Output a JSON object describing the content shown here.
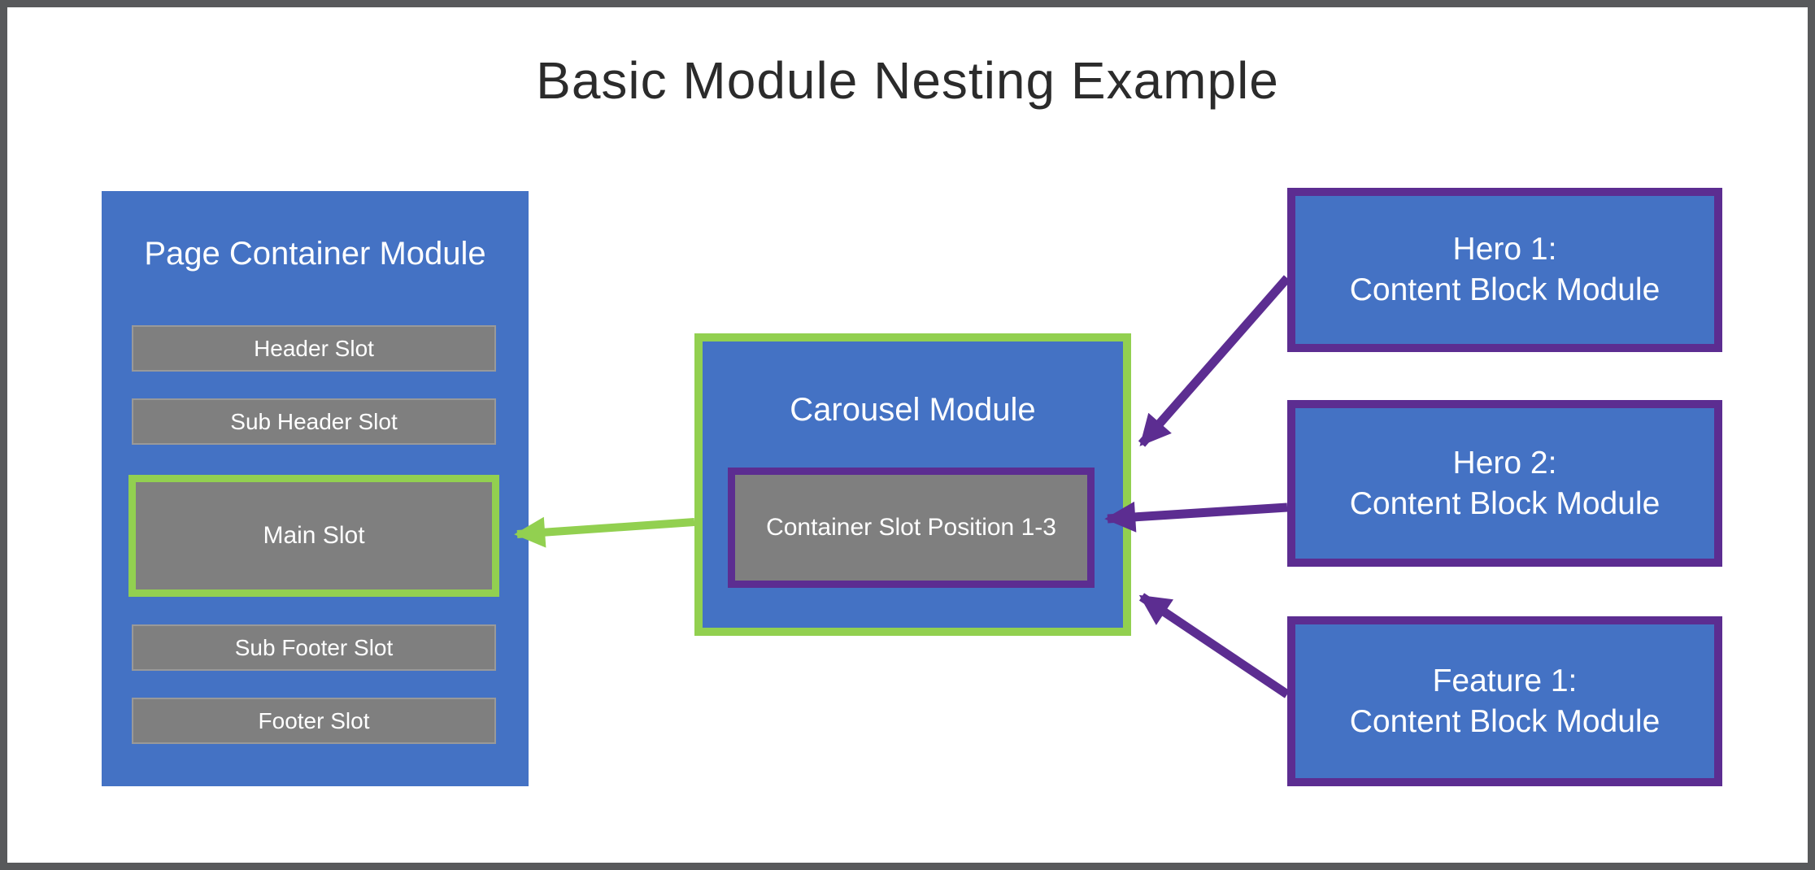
{
  "title": "Basic Module Nesting Example",
  "colors": {
    "module_blue": "#4472c4",
    "slot_gray": "#7f7f7f",
    "accent_green": "#92d050",
    "accent_purple": "#5c2d91",
    "frame_gray": "#58595b"
  },
  "page_container": {
    "title": "Page Container Module",
    "slots": [
      "Header Slot",
      "Sub Header Slot",
      "Main Slot",
      "Sub Footer Slot",
      "Footer Slot"
    ]
  },
  "carousel": {
    "title": "Carousel Module",
    "slot": "Container Slot Position 1-3"
  },
  "content_blocks": [
    {
      "line1": "Hero 1:",
      "line2": "Content Block Module"
    },
    {
      "line1": "Hero 2:",
      "line2": "Content Block Module"
    },
    {
      "line1": "Feature 1:",
      "line2": "Content Block Module"
    }
  ]
}
